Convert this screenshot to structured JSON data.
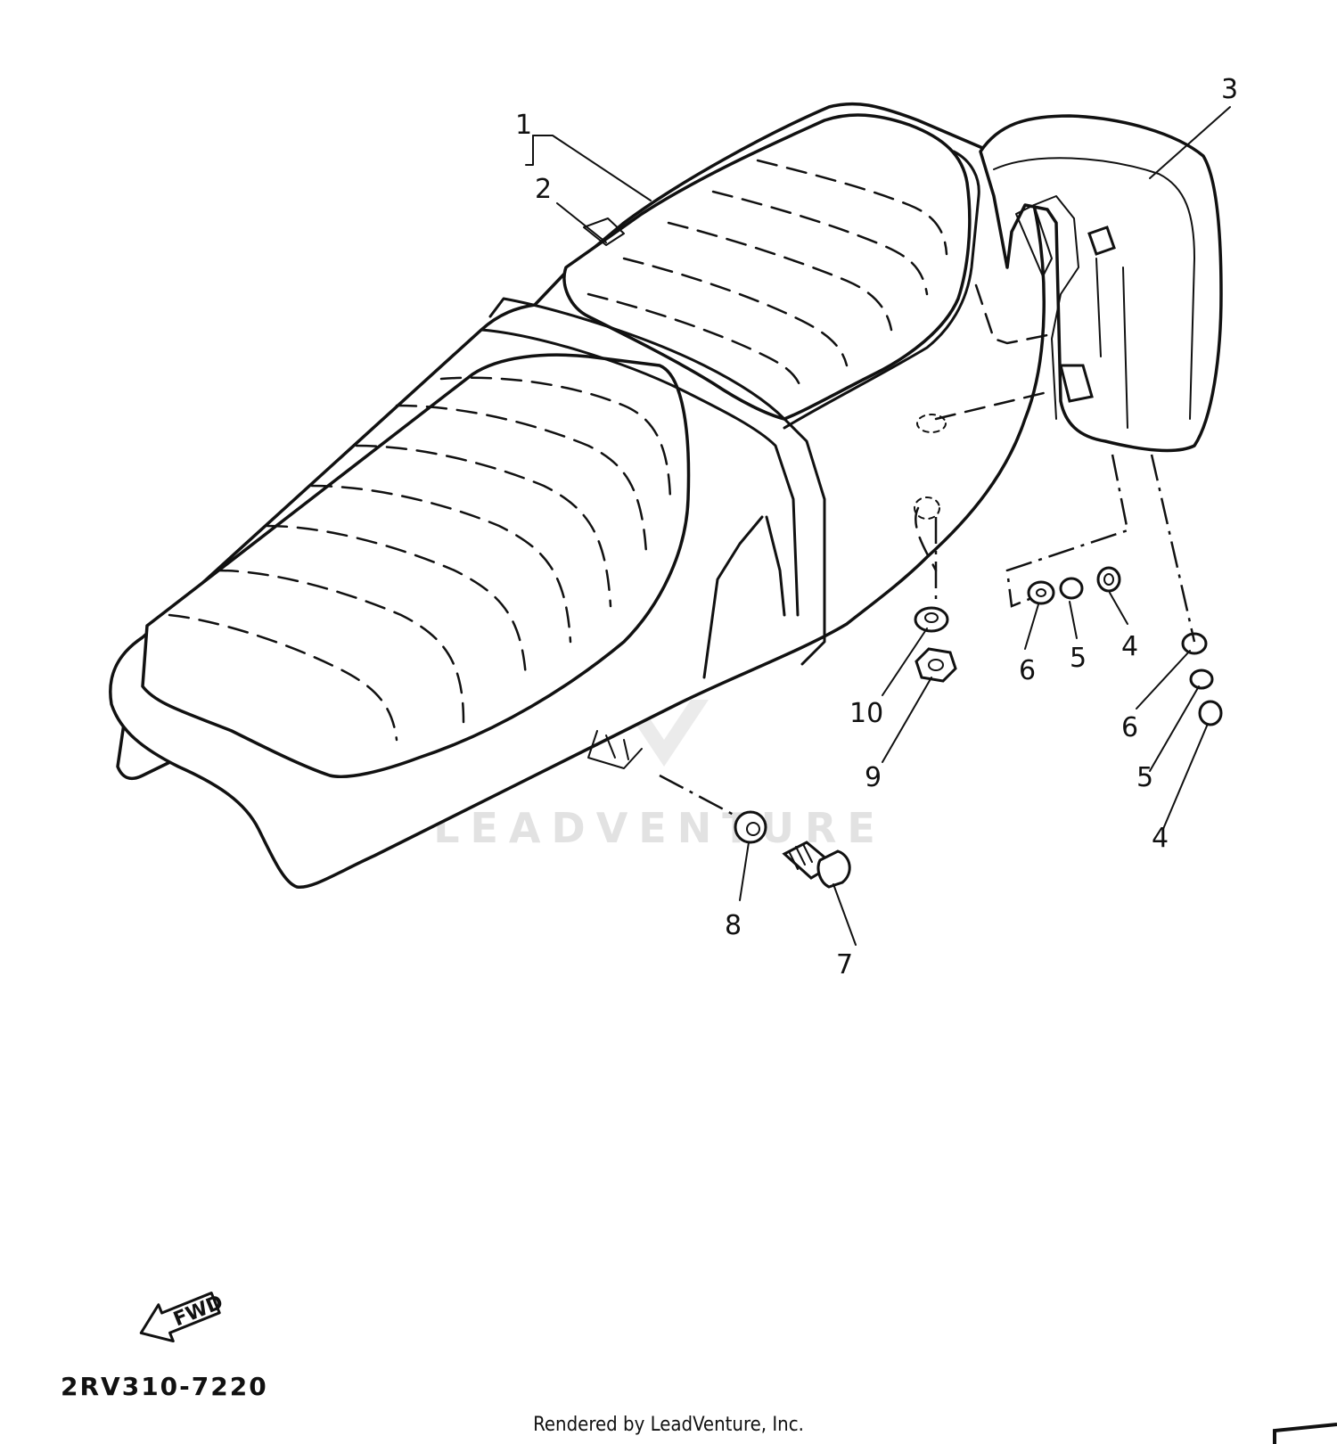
{
  "diagram": {
    "callouts": [
      {
        "id": "c1",
        "label": "1"
      },
      {
        "id": "c2",
        "label": "2"
      },
      {
        "id": "c3",
        "label": "3"
      },
      {
        "id": "c4a",
        "label": "4"
      },
      {
        "id": "c4b",
        "label": "4"
      },
      {
        "id": "c5a",
        "label": "5"
      },
      {
        "id": "c5b",
        "label": "5"
      },
      {
        "id": "c6a",
        "label": "6"
      },
      {
        "id": "c6b",
        "label": "6"
      },
      {
        "id": "c7",
        "label": "7"
      },
      {
        "id": "c8",
        "label": "8"
      },
      {
        "id": "c9",
        "label": "9"
      },
      {
        "id": "c10",
        "label": "10"
      }
    ],
    "direction_arrow": {
      "label": "FWD"
    },
    "part_code": "2RV310-7220",
    "watermark": "LEADVENTURE",
    "credit": "Rendered by LeadVenture, Inc."
  }
}
